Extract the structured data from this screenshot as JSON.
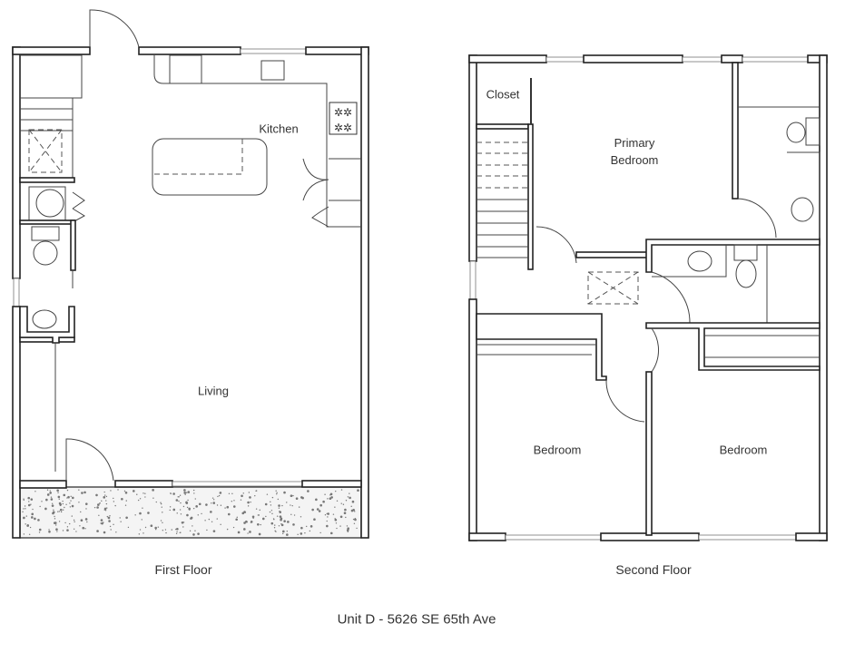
{
  "first_floor": {
    "caption": "First Floor",
    "rooms": {
      "kitchen": "Kitchen",
      "living": "Living"
    }
  },
  "second_floor": {
    "caption": "Second Floor",
    "rooms": {
      "closet": "Closet",
      "primary_line1": "Primary",
      "primary_line2": "Bedroom",
      "bedroom_left": "Bedroom",
      "bedroom_right": "Bedroom"
    }
  },
  "title": "Unit D - 5626 SE 65th Ave"
}
